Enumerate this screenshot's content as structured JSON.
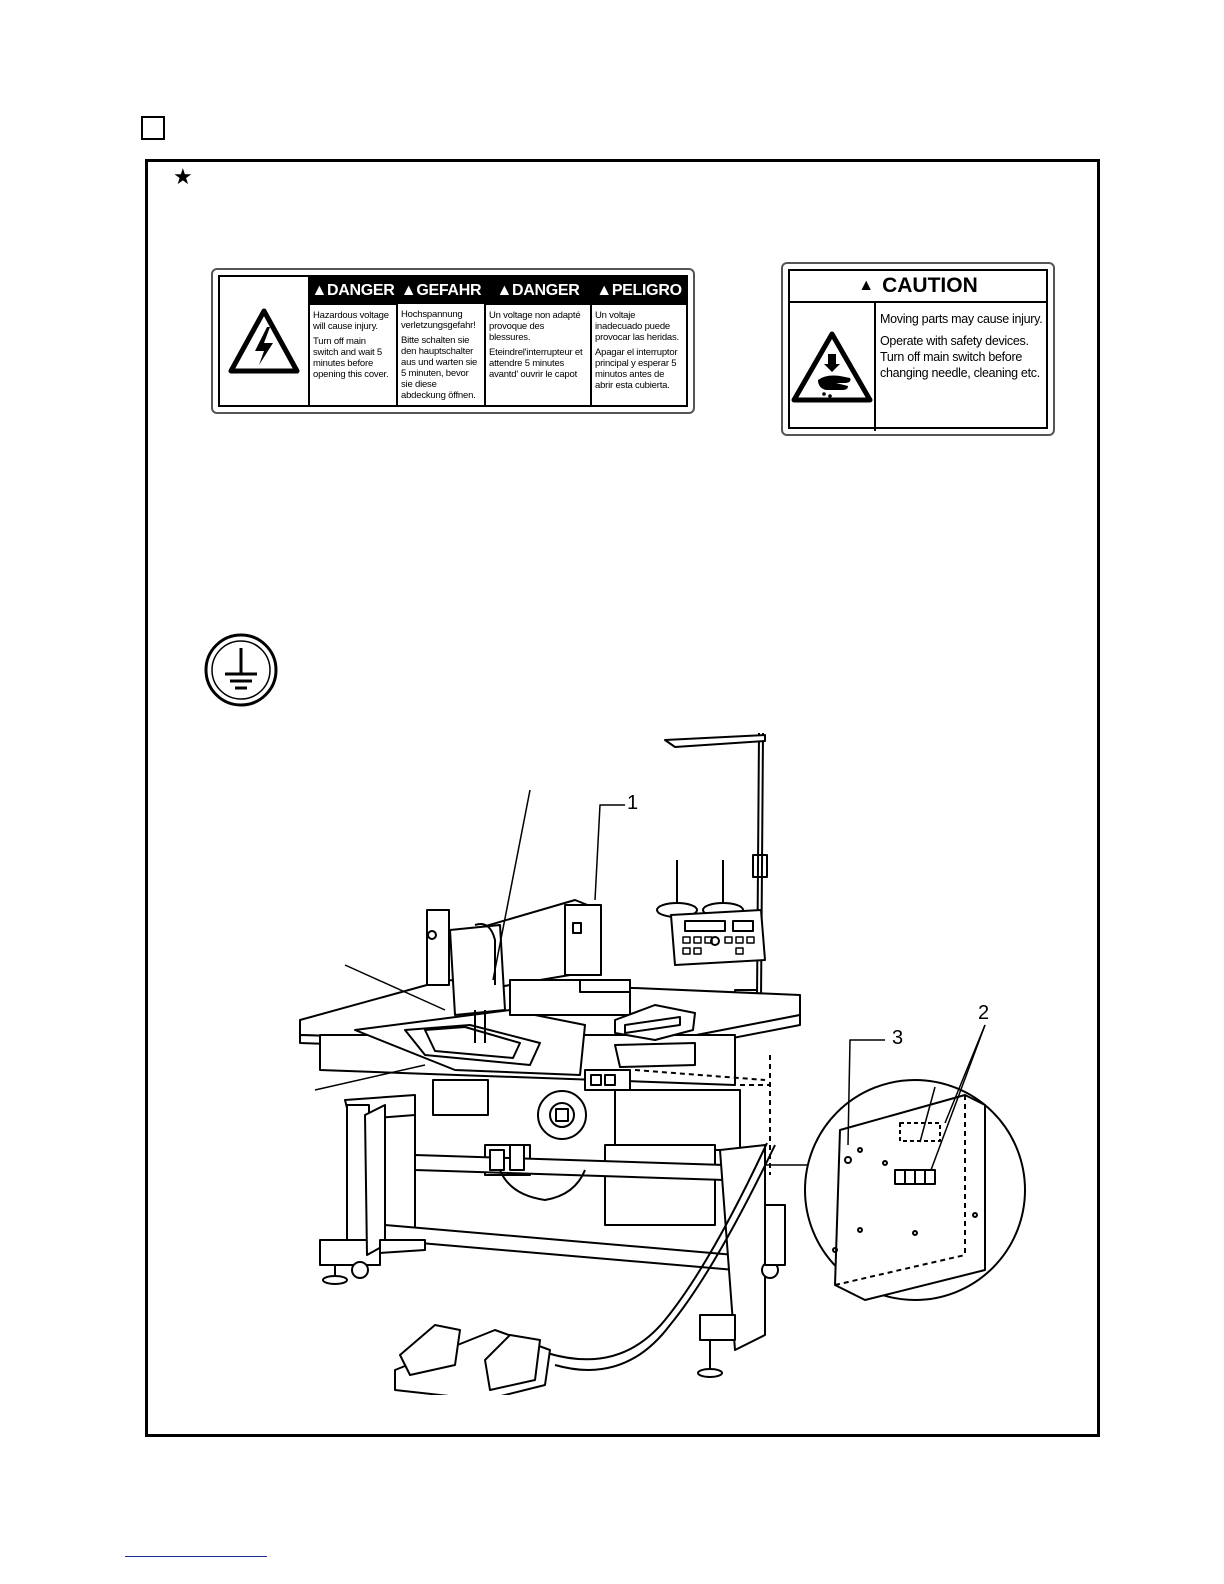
{
  "danger_label": {
    "columns": [
      {
        "header": "DANGER",
        "lines": [
          "Hazardous voltage will cause injury.",
          "Turn off main switch and wait 5 minutes before opening this cover."
        ]
      },
      {
        "header": "GEFAHR",
        "lines": [
          "Hochspannung verletzungsgefahr!",
          "Bitte schalten sie den hauptschalter aus und warten sie 5 minuten, bevor sie diese abdeckung öffnen."
        ]
      },
      {
        "header": "DANGER",
        "lines": [
          "Un voltage non adapté provoque des blessures.",
          "Eteindrel'interrupteur et attendre 5 minutes avantd' ouvrir le capot"
        ]
      },
      {
        "header": "PELIGRO",
        "lines": [
          "Un voltaje inadecuado puede provocar las heridas.",
          "Apagar el interruptor principal y esperar 5 minutos antes de abrir esta cubierta."
        ]
      }
    ]
  },
  "caution_label": {
    "header": "CAUTION",
    "lines": [
      "Moving parts may cause injury.",
      "Operate with safety devices. Turn off main switch before changing needle, cleaning etc."
    ]
  },
  "callouts": {
    "c1": "1",
    "c2": "2",
    "c3": "3"
  },
  "colors": {
    "frame": "#000000",
    "footer_line": "#1a2c9a"
  }
}
